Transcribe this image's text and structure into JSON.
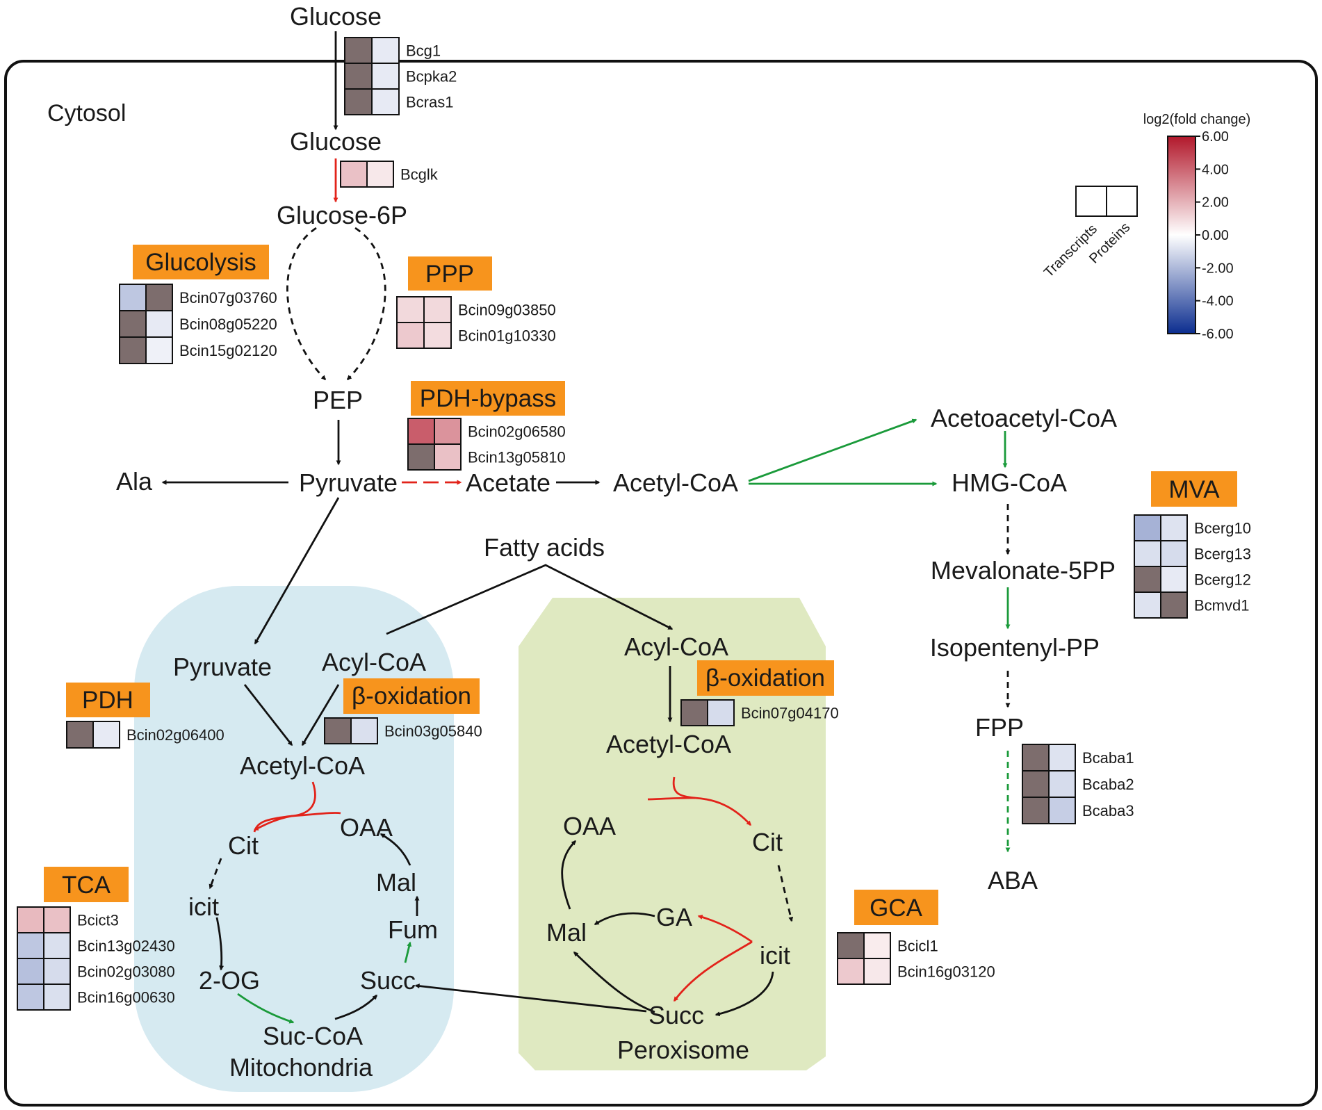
{
  "compartments": {
    "cytosol": "Cytosol",
    "mitochondria": "Mitochondria",
    "peroxisome": "Peroxisome"
  },
  "metabolites": {
    "glucose_out": "Glucose",
    "glucose_in": "Glucose",
    "glucose6p": "Glucose-6P",
    "pep": "PEP",
    "pyruvate": "Pyruvate",
    "ala": "Ala",
    "acetate": "Acetate",
    "acetyl_coa": "Acetyl-CoA",
    "acetoacetyl_coa": "Acetoacetyl-CoA",
    "hmg_coa": "HMG-CoA",
    "mevalonate_5pp": "Mevalonate-5PP",
    "isopentenyl_pp": "Isopentenyl-PP",
    "fpp": "FPP",
    "aba": "ABA",
    "fatty_acids": "Fatty acids",
    "mito_pyruvate": "Pyruvate",
    "mito_acyl_coa": "Acyl-CoA",
    "mito_acetyl_coa": "Acetyl-CoA",
    "cit": "Cit",
    "oaa": "OAA",
    "icit": "icit",
    "mal": "Mal",
    "fum": "Fum",
    "og2": "2-OG",
    "succ": "Succ",
    "suc_coa": "Suc-CoA",
    "pero_acyl_coa": "Acyl-CoA",
    "pero_acetyl_coa": "Acetyl-CoA",
    "pero_oaa": "OAA",
    "pero_cit": "Cit",
    "pero_mal": "Mal",
    "pero_ga": "GA",
    "pero_icit": "icit",
    "pero_succ": "Succ"
  },
  "pathways": {
    "glucolysis": "Glucolysis",
    "ppp": "PPP",
    "pdh_bypass": "PDH-bypass",
    "mva": "MVA",
    "pdh": "PDH",
    "beta_ox_mito": "β-oxidation",
    "beta_ox_pero": "β-oxidation",
    "tca": "TCA",
    "gca": "GCA"
  },
  "colors": {
    "pathway_tag": "#f7941d",
    "mitochondria_bg": "#d6eaf1",
    "peroxisome_bg": "#dfe9c1",
    "arrow_black": "#111111",
    "arrow_red": "#e2231a",
    "arrow_green": "#1a9a3a",
    "no_data": "#7d6d6d"
  },
  "heatmaps": {
    "bcg": [
      {
        "gene": "Bcg1",
        "transcripts": null,
        "proteins": -0.6
      },
      {
        "gene": "Bcpka2",
        "transcripts": null,
        "proteins": -0.6
      },
      {
        "gene": "Bcras1",
        "transcripts": null,
        "proteins": -0.6
      }
    ],
    "bcglk": [
      {
        "gene": "Bcglk",
        "transcripts": 1.6,
        "proteins": 0.6
      }
    ],
    "glucolysis": [
      {
        "gene": "Bcin07g03760",
        "transcripts": -1.6,
        "proteins": null
      },
      {
        "gene": "Bcin08g05220",
        "transcripts": null,
        "proteins": -0.6
      },
      {
        "gene": "Bcin15g02120",
        "transcripts": null,
        "proteins": -0.4
      }
    ],
    "ppp": [
      {
        "gene": "Bcin09g03850",
        "transcripts": 1.0,
        "proteins": 1.0
      },
      {
        "gene": "Bcin01g10330",
        "transcripts": 1.4,
        "proteins": 0.9
      }
    ],
    "pdh_bypass": [
      {
        "gene": "Bcin02g06580",
        "transcripts": 4.2,
        "proteins": 2.8
      },
      {
        "gene": "Bcin13g05810",
        "transcripts": null,
        "proteins": 1.6
      }
    ],
    "mva": [
      {
        "gene": "Bcerg10",
        "transcripts": -2.2,
        "proteins": -0.8
      },
      {
        "gene": "Bcerg13",
        "transcripts": -0.9,
        "proteins": -1.0
      },
      {
        "gene": "Bcerg12",
        "transcripts": null,
        "proteins": -0.6
      },
      {
        "gene": "Bcmvd1",
        "transcripts": -0.8,
        "proteins": null
      }
    ],
    "pdh": [
      {
        "gene": "Bcin02g06400",
        "transcripts": null,
        "proteins": -0.6
      }
    ],
    "beta_ox_mito": [
      {
        "gene": "Bcin03g05840",
        "transcripts": null,
        "proteins": -0.9
      }
    ],
    "beta_ox_pero": [
      {
        "gene": "Bcin07g04170",
        "transcripts": null,
        "proteins": -1.0
      }
    ],
    "aba": [
      {
        "gene": "Bcaba1",
        "transcripts": null,
        "proteins": -0.8
      },
      {
        "gene": "Bcaba2",
        "transcripts": null,
        "proteins": -1.0
      },
      {
        "gene": "Bcaba3",
        "transcripts": null,
        "proteins": -1.4
      }
    ],
    "tca": [
      {
        "gene": "Bcict3",
        "transcripts": 1.8,
        "proteins": 1.6
      },
      {
        "gene": "Bcin13g02430",
        "transcripts": -1.6,
        "proteins": -0.9
      },
      {
        "gene": "Bcin02g03080",
        "transcripts": -1.8,
        "proteins": -1.0
      },
      {
        "gene": "Bcin16g00630",
        "transcripts": -1.6,
        "proteins": -0.9
      }
    ],
    "gca": [
      {
        "gene": "Bcicl1",
        "transcripts": null,
        "proteins": 0.5
      },
      {
        "gene": "Bcin16g03120",
        "transcripts": 1.4,
        "proteins": 0.6
      }
    ]
  },
  "legend": {
    "title": "log2(fold change)",
    "ticks": [
      "6.00",
      "4.00",
      "2.00",
      "0.00",
      "-2.00",
      "-4.00",
      "-6.00"
    ],
    "tick_values": [
      6,
      4,
      2,
      0,
      -2,
      -4,
      -6
    ],
    "columns": [
      "Transcripts",
      "Proteins"
    ],
    "color_high": "#b2182b",
    "color_mid": "#ffffff",
    "color_low": "#0b2d8f"
  }
}
